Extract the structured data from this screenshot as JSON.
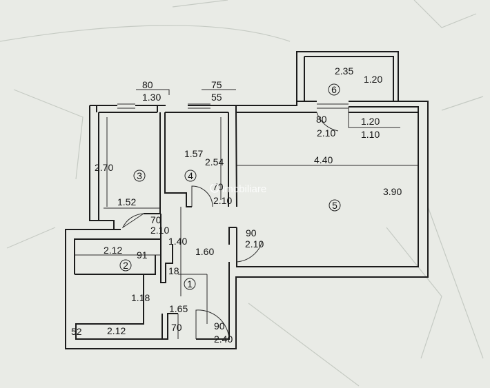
{
  "watermark": "imobiliare",
  "rooms": [
    {
      "number": "1",
      "dims": [
        "1.40",
        "1.60",
        "1.65"
      ]
    },
    {
      "number": "2",
      "dims": [
        "2.12",
        "91",
        "1.18",
        "2.12",
        "52"
      ]
    },
    {
      "number": "3",
      "dims": [
        "2.70",
        "1.52"
      ]
    },
    {
      "number": "4",
      "dims": [
        "1.57",
        "2.54"
      ]
    },
    {
      "number": "5",
      "dims": [
        "4.40",
        "3.90"
      ]
    },
    {
      "number": "6",
      "dims": [
        "2.35",
        "1.20"
      ]
    }
  ],
  "windows": [
    {
      "width": "80",
      "height": "1.30"
    },
    {
      "width": "75",
      "height": "55"
    },
    {
      "width": "1.20",
      "height": "1.10"
    }
  ],
  "doors": [
    {
      "width": "70",
      "height": "2.10"
    },
    {
      "width": "70",
      "height": "2.10"
    },
    {
      "width": "90",
      "height": "2.10"
    },
    {
      "width": "80",
      "height": "2.10"
    },
    {
      "width": "90",
      "height": "2.40"
    }
  ],
  "other_dims": [
    "18",
    "70"
  ]
}
